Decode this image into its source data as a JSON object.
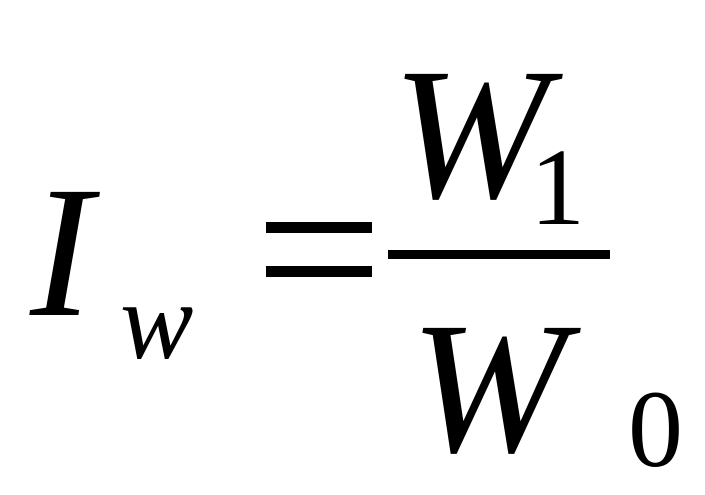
{
  "formula": {
    "lhs": {
      "symbol": "I",
      "subscript": "w"
    },
    "operator": "=",
    "numerator": {
      "symbol": "W",
      "subscript": "1"
    },
    "denominator": {
      "symbol": "W",
      "subscript": "0"
    }
  }
}
